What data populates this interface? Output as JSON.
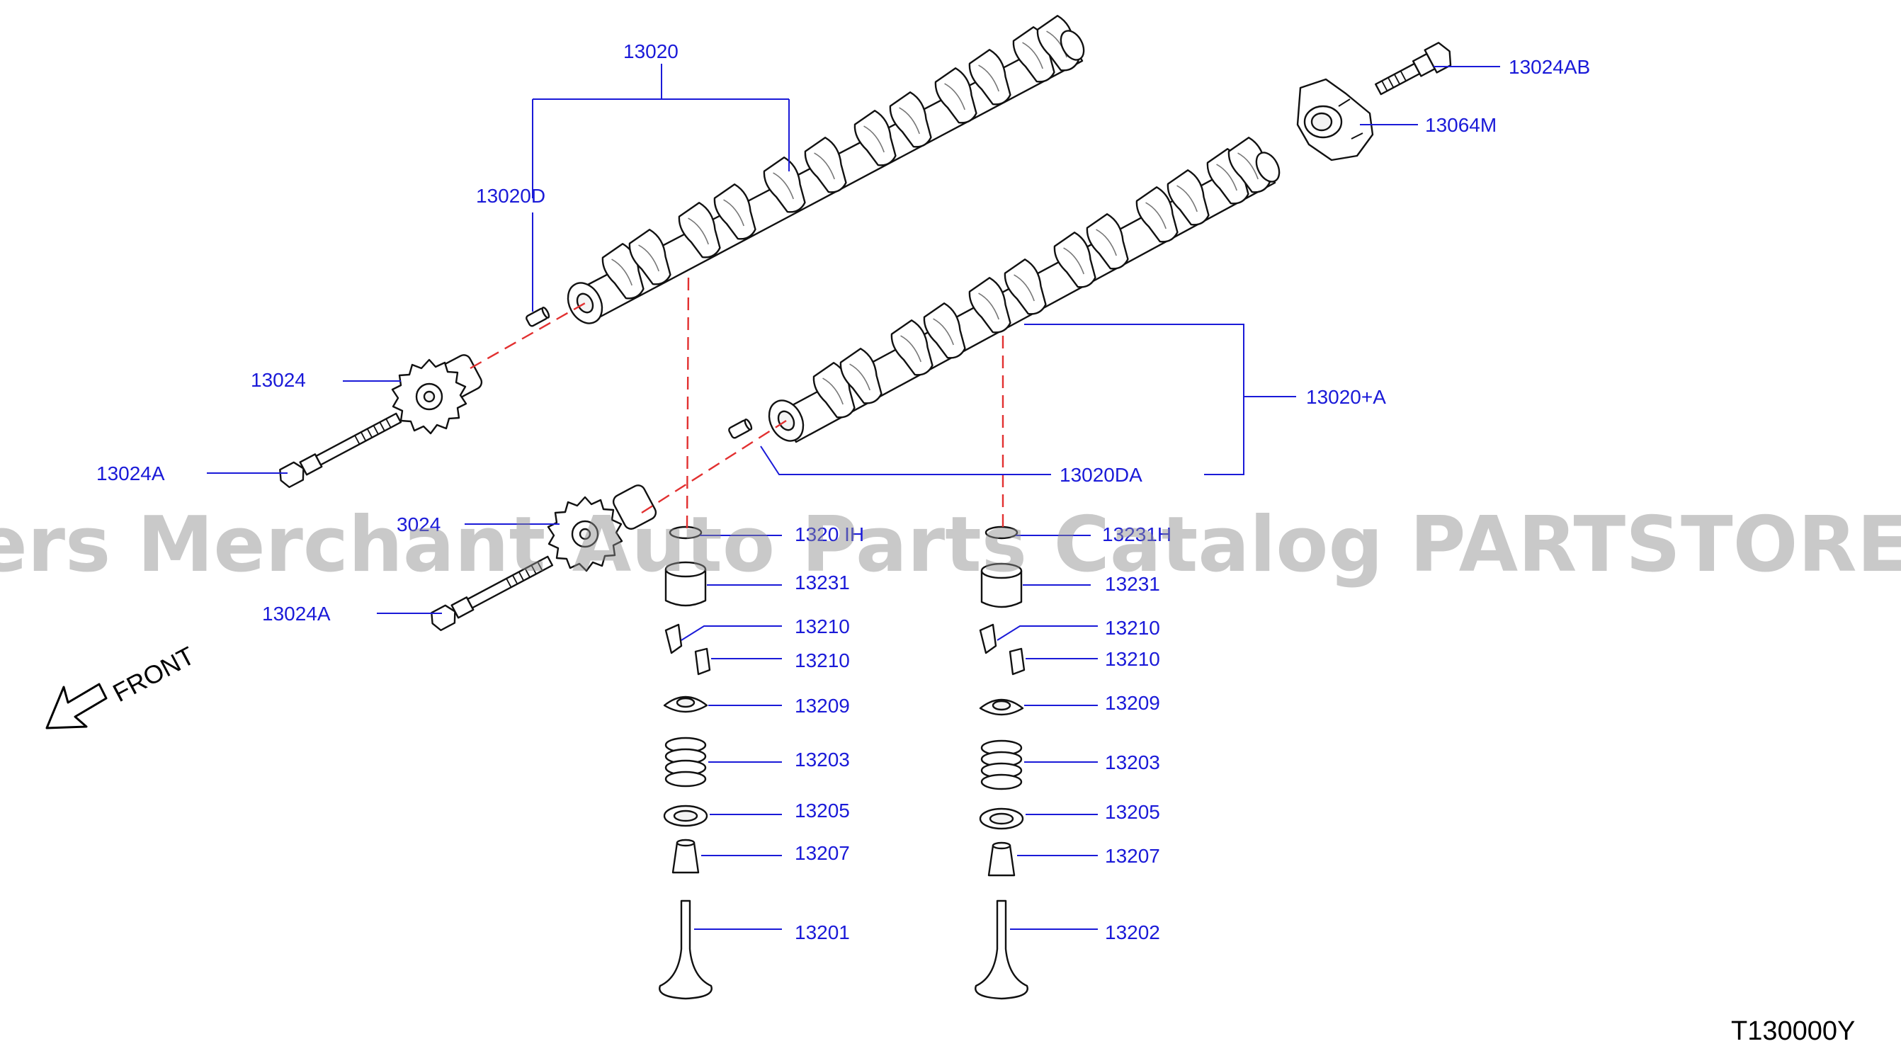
{
  "labels": {
    "l13020": "13020",
    "l13020D": "13020D",
    "l13024_top": "13024",
    "l13024A_top": "13024A",
    "l13024_bot": "3024",
    "l13024A_bot": "13024A",
    "l13024AB": "13024AB",
    "l13064M": "13064M",
    "l13020A": "13020+A",
    "l13020DA": "13020DA",
    "l13231H": "1320 IH",
    "l13231Hr": "13231H",
    "l13231_l": "13231",
    "l13231_r": "13231",
    "l13210a_l": "13210",
    "l13210b_l": "13210",
    "l13210a_r": "13210",
    "l13210b_r": "13210",
    "l13209_l": "13209",
    "l13209_r": "13209",
    "l13203_l": "13203",
    "l13203_r": "13203",
    "l13205_l": "13205",
    "l13205_r": "13205",
    "l13207_l": "13207",
    "l13207_r": "13207",
    "l13201": "13201",
    "l13202": "13202"
  },
  "front_label": "FRONT",
  "diagram_code": "T130000Y",
  "watermark": "Offers Merchant Auto Parts Catalog PARTSTORE.SA",
  "colors": {
    "label": "#1a1ad8",
    "centerline": "#e23030",
    "outline": "#111111"
  }
}
